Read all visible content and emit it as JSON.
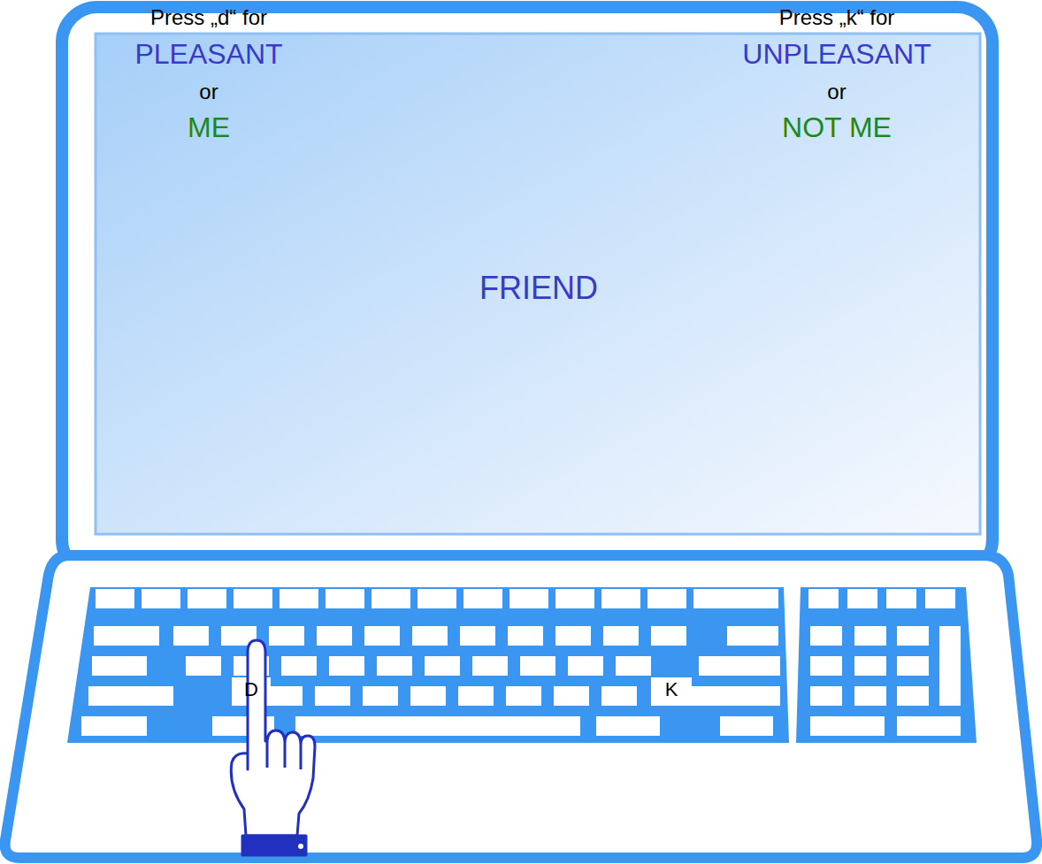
{
  "diagram": {
    "labels": [
      "Press „d“ for",
      "PLEASANT",
      "or",
      "ME",
      "Press „k“ for",
      "UNPLEASANT",
      "or",
      "NOT ME",
      "FRIEND",
      "D",
      "K"
    ]
  }
}
